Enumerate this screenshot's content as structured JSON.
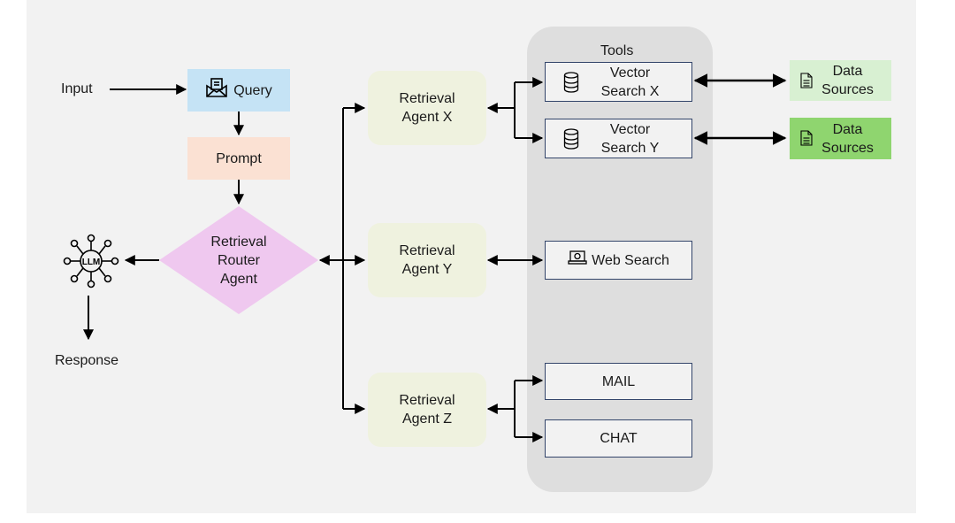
{
  "diagram": {
    "input": {
      "label": "Input"
    },
    "query": {
      "label": "Query",
      "icon": "envelope-document-icon"
    },
    "prompt": {
      "label": "Prompt"
    },
    "router": {
      "label": "Retrieval\nRouter\nAgent"
    },
    "llm": {
      "icon_text": "LLM",
      "icon": "llm-network-icon"
    },
    "response": {
      "label": "Response"
    },
    "agents": [
      {
        "label": "Retrieval\nAgent X"
      },
      {
        "label": "Retrieval\nAgent Y"
      },
      {
        "label": "Retrieval\nAgent Z"
      }
    ],
    "tools": {
      "title": "Tools",
      "vector_x": {
        "label": "Vector\nSearch X",
        "icon": "database-icon"
      },
      "vector_y": {
        "label": "Vector\nSearch Y",
        "icon": "database-icon"
      },
      "web": {
        "label": "Web Search",
        "icon": "monitor-icon"
      },
      "mail": {
        "label": "MAIL"
      },
      "chat": {
        "label": "CHAT"
      }
    },
    "data_sources": [
      {
        "label": "Data\nSources",
        "icon": "document-icon"
      },
      {
        "label": "Data\nSources",
        "icon": "document-icon"
      }
    ]
  },
  "colors": {
    "query": "#c5e3f5",
    "prompt": "#fbe1d3",
    "router": "#efc8ef",
    "agent": "#eff2df",
    "data_source_1": "#d8f0d2",
    "data_source_2": "#8fd56f",
    "tool_border": "#33456a"
  }
}
